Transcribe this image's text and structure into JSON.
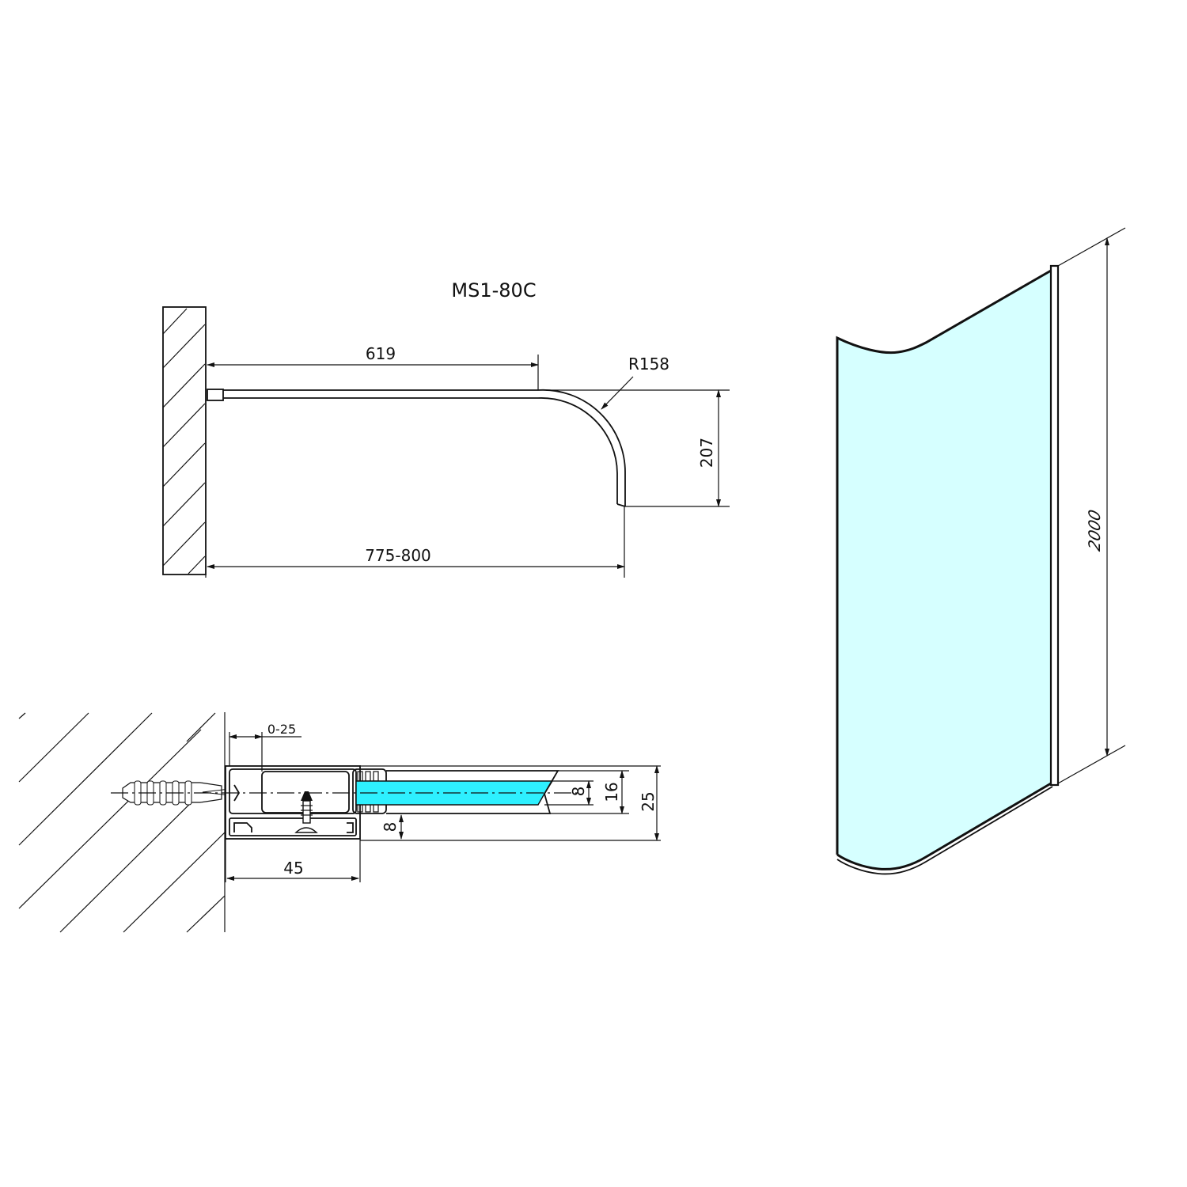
{
  "title": "MS1-80C",
  "top_view": {
    "dim_straight": "619",
    "dim_radius": "R158",
    "dim_depth": "207",
    "dim_total_width": "775-800"
  },
  "section_detail": {
    "dim_adjust": "0-25",
    "dim_profile_width": "45",
    "dim_glass_thickness": "8",
    "dim_profile_inner": "16",
    "dim_profile_height": "25",
    "dim_bottom_offset": "8"
  },
  "iso_view": {
    "dim_height": "2000"
  },
  "colors": {
    "glass_section": "#2ef0ff",
    "glass_panel": "#d6ffff",
    "line": "#111111"
  }
}
